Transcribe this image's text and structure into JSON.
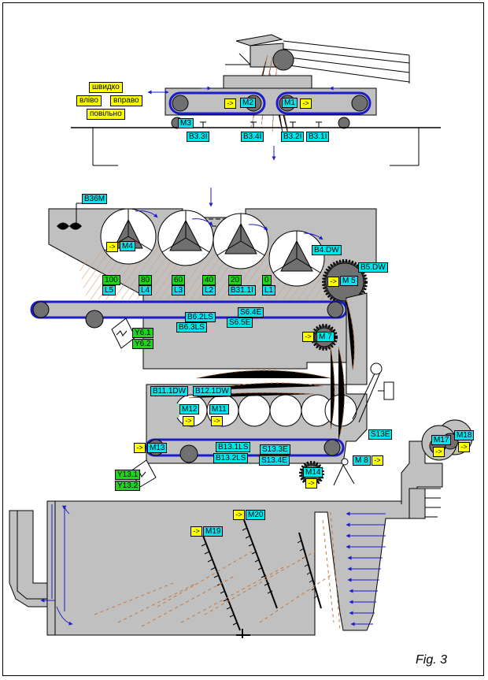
{
  "controls": {
    "fast": "швидко",
    "left": "вліво",
    "right": "вправо",
    "slow": "повільно"
  },
  "arrow_symbol": "->",
  "labels": {
    "M1": "M1",
    "M2": "M2",
    "M3": "M3",
    "M4": "M4",
    "M5": "M 5",
    "M7": "M 7",
    "M8": "M 8",
    "M11": "M11",
    "M12": "M12",
    "M13": "M13",
    "M14": "M14",
    "M17": "M17",
    "M18": "M18",
    "M19": "M19",
    "M20": "M20",
    "B3_1": "B3.1I",
    "B3_2": "B3.2I",
    "B3_3": "B3.3I",
    "B3_4": "B3.4I",
    "B36M": "B36M",
    "B4DW": "B4.DW",
    "B5DW": "B5.DW",
    "B62LS": "B6.2LS",
    "B63LS": "B6.3LS",
    "S64E": "S6.4E",
    "S65E": "S6.5E",
    "B111DW": "B11.1DW",
    "B121DW": "B12.1DW",
    "B131LS": "B13.1LS",
    "B132LS": "B13.2LS",
    "S133E": "S13.3E",
    "S134E": "S13.4E",
    "S13E": "S13E",
    "Y61": "Y6.1",
    "Y62": "Y6.2",
    "Y131": "Y13.1",
    "Y132": "Y13.2"
  },
  "levels": [
    {
      "value": "100",
      "name": "L5"
    },
    {
      "value": "80",
      "name": "L4"
    },
    {
      "value": "60",
      "name": "L3"
    },
    {
      "value": "40",
      "name": "L2"
    },
    {
      "value": "20",
      "name": "B31.1I"
    },
    {
      "value": "0",
      "name": "L1"
    }
  ],
  "figure_caption": "Fig. 3",
  "colors": {
    "machine": "#c0c0c0",
    "belt": "#1c1ccc",
    "flow": "#c87840",
    "sensor": "#00e5ee",
    "level": "#18d818",
    "actuator": "#ffff00"
  }
}
